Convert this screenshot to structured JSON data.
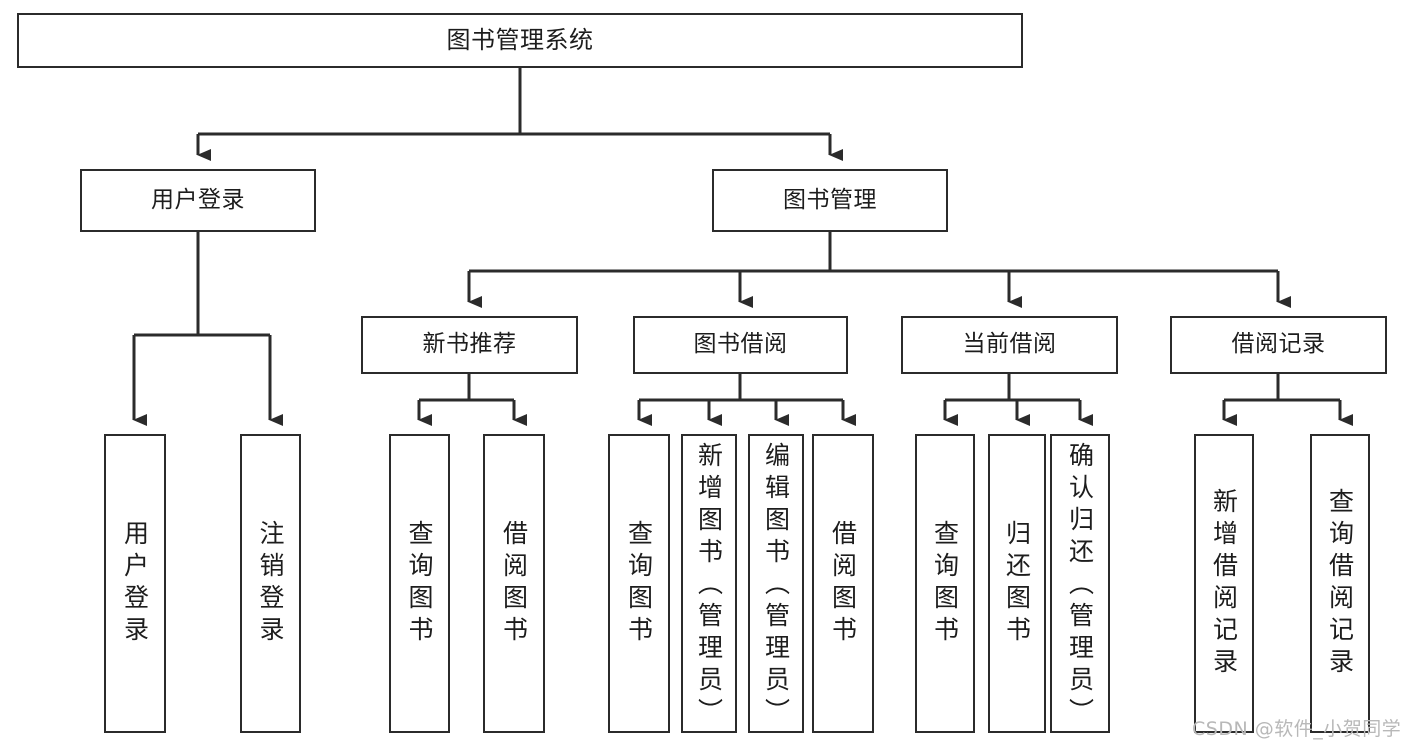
{
  "diagram": {
    "type": "tree-hierarchy-chart",
    "title": "图书管理系统",
    "watermark": "CSDN @软件_小贺同学",
    "colors": {
      "stroke": "#2b2b2b",
      "fill": "#ffffff",
      "text": "#1d1d1d",
      "watermark": "#b8b8b8"
    },
    "nodes": {
      "root": {
        "label": "图书管理系统",
        "level": 1
      },
      "l2": [
        {
          "id": "user-login",
          "label": "用户登录",
          "level": 2
        },
        {
          "id": "book-manage",
          "label": "图书管理",
          "level": 2
        }
      ],
      "l3": [
        {
          "id": "new-book-rec",
          "label": "新书推荐",
          "level": 3
        },
        {
          "id": "book-borrow",
          "label": "图书借阅",
          "level": 3
        },
        {
          "id": "current-borrow",
          "label": "当前借阅",
          "level": 3
        },
        {
          "id": "borrow-record",
          "label": "借阅记录",
          "level": 3
        }
      ],
      "leaves": [
        {
          "id": "leaf-user-login",
          "label": "用户登录",
          "parent": "user-login"
        },
        {
          "id": "leaf-logout",
          "label": "注销登录",
          "parent": "user-login"
        },
        {
          "id": "leaf-query-book-1",
          "label": "查询图书",
          "parent": "new-book-rec"
        },
        {
          "id": "leaf-borrow-book-1",
          "label": "借阅图书",
          "parent": "new-book-rec"
        },
        {
          "id": "leaf-query-book-2",
          "label": "查询图书",
          "parent": "book-borrow"
        },
        {
          "id": "leaf-add-book",
          "label": "新增图书（管理员）",
          "parent": "book-borrow"
        },
        {
          "id": "leaf-edit-book",
          "label": "编辑图书（管理员）",
          "parent": "book-borrow"
        },
        {
          "id": "leaf-borrow-book-2",
          "label": "借阅图书",
          "parent": "book-borrow"
        },
        {
          "id": "leaf-query-book-3",
          "label": "查询图书",
          "parent": "current-borrow"
        },
        {
          "id": "leaf-return-book",
          "label": "归还图书",
          "parent": "current-borrow"
        },
        {
          "id": "leaf-confirm-return",
          "label": "确认归还（管理员）",
          "parent": "current-borrow"
        },
        {
          "id": "leaf-add-record",
          "label": "新增借阅记录",
          "parent": "borrow-record"
        },
        {
          "id": "leaf-query-record",
          "label": "查询借阅记录",
          "parent": "borrow-record"
        }
      ]
    }
  }
}
